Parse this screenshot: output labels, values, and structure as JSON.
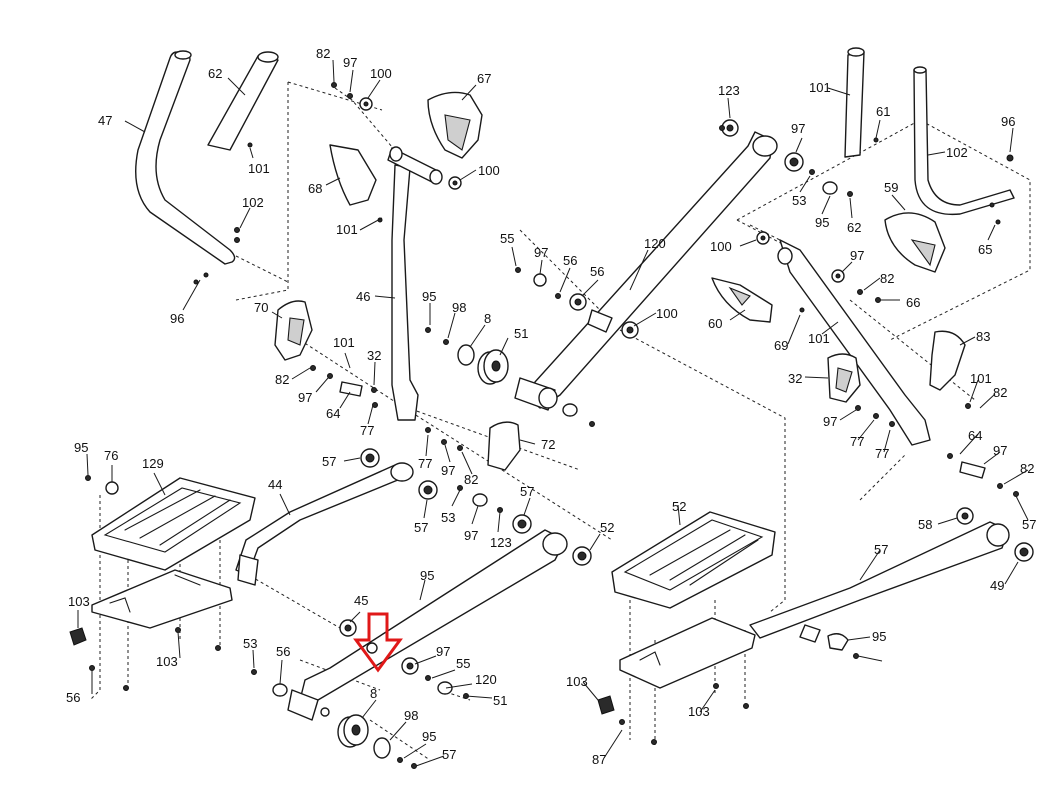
{
  "diagram": {
    "arrow_color": "#e01818",
    "callouts": [
      "47",
      "62",
      "101",
      "102",
      "96",
      "82",
      "97",
      "100",
      "67",
      "68",
      "100",
      "101",
      "46",
      "70",
      "95",
      "98",
      "8",
      "51",
      "101",
      "32",
      "82",
      "97",
      "64",
      "77",
      "72",
      "57",
      "77",
      "97",
      "82",
      "95",
      "76",
      "129",
      "44",
      "57",
      "53",
      "97",
      "123",
      "57",
      "52",
      "103",
      "103",
      "56",
      "45",
      "95",
      "53",
      "56",
      "97",
      "55",
      "120",
      "51",
      "8",
      "98",
      "95",
      "57",
      "123",
      "97",
      "53",
      "95",
      "62",
      "101",
      "61",
      "102",
      "96",
      "65",
      "59",
      "120",
      "55",
      "97",
      "56",
      "56",
      "100",
      "100",
      "97",
      "82",
      "66",
      "60",
      "101",
      "69",
      "83",
      "32",
      "101",
      "82",
      "97",
      "77",
      "77",
      "64",
      "97",
      "82",
      "57",
      "58",
      "57",
      "49",
      "52",
      "103",
      "103",
      "87",
      "95"
    ]
  }
}
